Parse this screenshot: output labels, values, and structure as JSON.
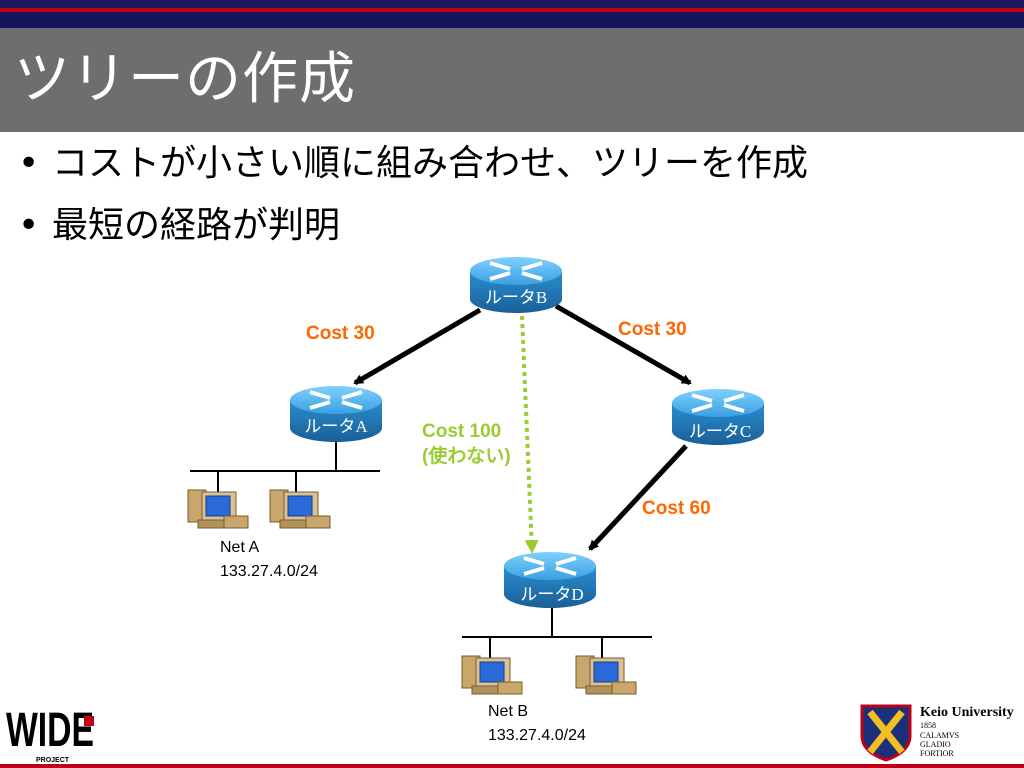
{
  "slide": {
    "title": "ツリーの作成",
    "bullets": [
      "コストが小さい順に組み合わせ、ツリーを作成",
      "最短の経路が判明"
    ]
  },
  "diagram": {
    "routers": {
      "b": "ルータB",
      "a": "ルータA",
      "c": "ルータC",
      "d": "ルータD"
    },
    "links": {
      "ba_cost": "Cost 30",
      "bc_cost": "Cost 30",
      "bd_cost": "Cost 100",
      "bd_note": "(使わない)",
      "cd_cost": "Cost 60"
    },
    "networks": {
      "a_name": "Net A",
      "a_addr": "133.27.4.0/24",
      "b_name": "Net B",
      "b_addr": "133.27.4.0/24"
    },
    "colors": {
      "cost": "#ff6600",
      "unused": "#99cc33",
      "router": "#2a8fd0"
    }
  },
  "footer": {
    "wide_logo": "WIDE",
    "wide_sub": "PROJECT",
    "keio_name": "Keio University",
    "keio_year": "1858",
    "keio_motto1": "CALAMVS",
    "keio_motto2": "GLADIO",
    "keio_motto3": "FORTIOR"
  }
}
